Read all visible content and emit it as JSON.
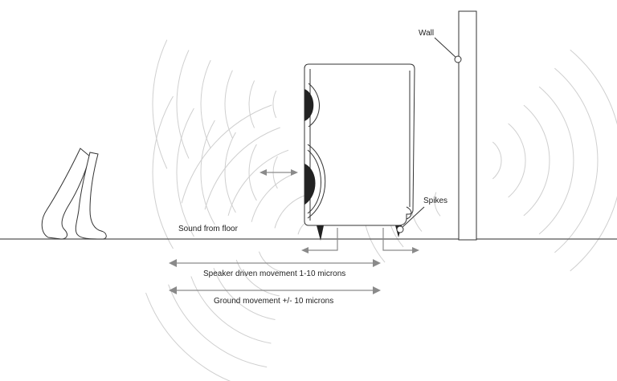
{
  "labels": {
    "wall": "Wall",
    "spikes": "Spikes",
    "sound_from_floor": "Sound from floor",
    "speaker_movement": "Speaker driven movement 1-10 microns",
    "ground_movement": "Ground movement +/- 10 microns"
  },
  "colors": {
    "line": "#333333",
    "arrow": "#8a8a8a",
    "wave": "#cfcfcf",
    "floor": "#555555"
  },
  "icons": [
    "walking-feet-icon",
    "speaker-cabinet-icon",
    "wall-icon",
    "spike-icon"
  ]
}
